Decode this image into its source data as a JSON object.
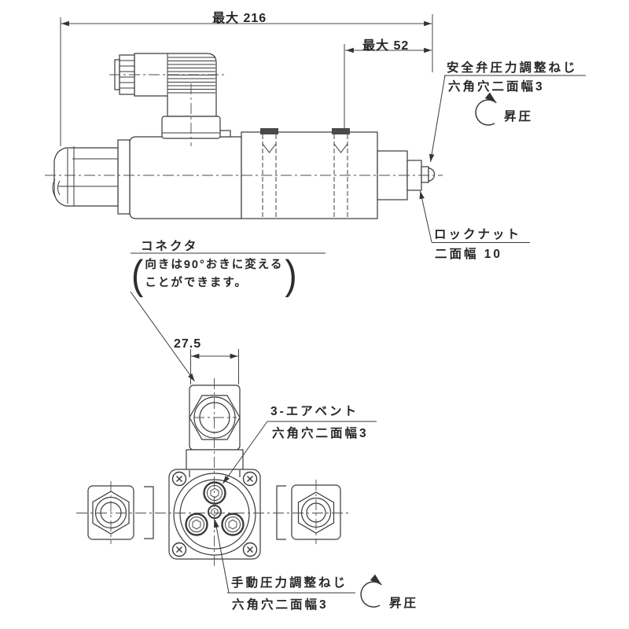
{
  "drawing": {
    "dimensions": {
      "overall_length": "最大 216",
      "screw_section_length": "最大 52",
      "connector_width": "27.5"
    },
    "callouts": {
      "safety_valve_screw": {
        "line1": "安全弁圧力調整ねじ",
        "line2": "六角穴二面幅3"
      },
      "safety_valve_rotation": "昇圧",
      "lock_nut": {
        "line1": "ロックナット",
        "line2": "二面幅 10"
      },
      "connector": {
        "title": "コネクタ",
        "paren_open": "(",
        "note_line1": "向きは90°おきに変える",
        "note_line2": "ことができます。",
        "paren_close": ")"
      },
      "air_vent": {
        "line1": "3-エアベント",
        "line2": "六角穴二面幅3"
      },
      "manual_screw": {
        "line1": "手動圧力調整ねじ",
        "line2": "六角穴二面幅3"
      },
      "manual_screw_rotation": "昇圧"
    },
    "icons": {
      "safety_rotation": "clockwise-arrow",
      "manual_rotation": "clockwise-arrow"
    },
    "colors": {
      "line": "#3a3a3a",
      "text": "#262626",
      "background": "#ffffff"
    }
  }
}
